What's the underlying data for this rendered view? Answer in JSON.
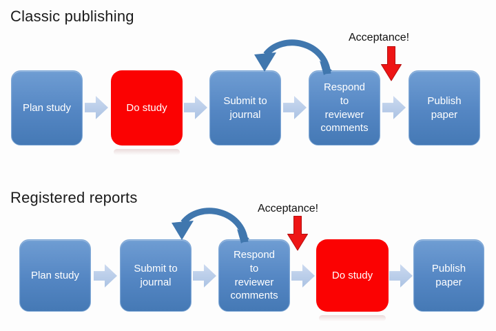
{
  "figure": {
    "colors": {
      "background": "#fdfdfd",
      "title_text": "#1b1b1b",
      "box_text": "#ffffff",
      "box_blue_top": "#6f9dd3",
      "box_blue_bottom": "#4579b5",
      "box_red": "#fb0202",
      "flow_arrow": "#aac2e3",
      "loop_arrow": "#4077ae",
      "acceptance_arrow": "#ee1515"
    },
    "sections": [
      {
        "title": "Classic publishing",
        "acceptance_label": "Acceptance!",
        "loop_from": "Respond to reviewer comments",
        "loop_to": "Submit to journal",
        "steps": [
          {
            "label": "Plan study",
            "style": "blue"
          },
          {
            "label": "Do study",
            "style": "red"
          },
          {
            "label": "Submit to\njournal",
            "style": "blue"
          },
          {
            "label": "Respond\nto\nreviewer\ncomments",
            "style": "blue"
          },
          {
            "label": "Publish\npaper",
            "style": "blue"
          }
        ]
      },
      {
        "title": "Registered reports",
        "acceptance_label": "Acceptance!",
        "loop_from": "Respond to reviewer comments",
        "loop_to": "Submit to journal",
        "steps": [
          {
            "label": "Plan study",
            "style": "blue"
          },
          {
            "label": "Submit to\njournal",
            "style": "blue"
          },
          {
            "label": "Respond\nto\nreviewer\ncomments",
            "style": "blue"
          },
          {
            "label": "Do study",
            "style": "red"
          },
          {
            "label": "Publish\npaper",
            "style": "blue"
          }
        ]
      }
    ]
  }
}
